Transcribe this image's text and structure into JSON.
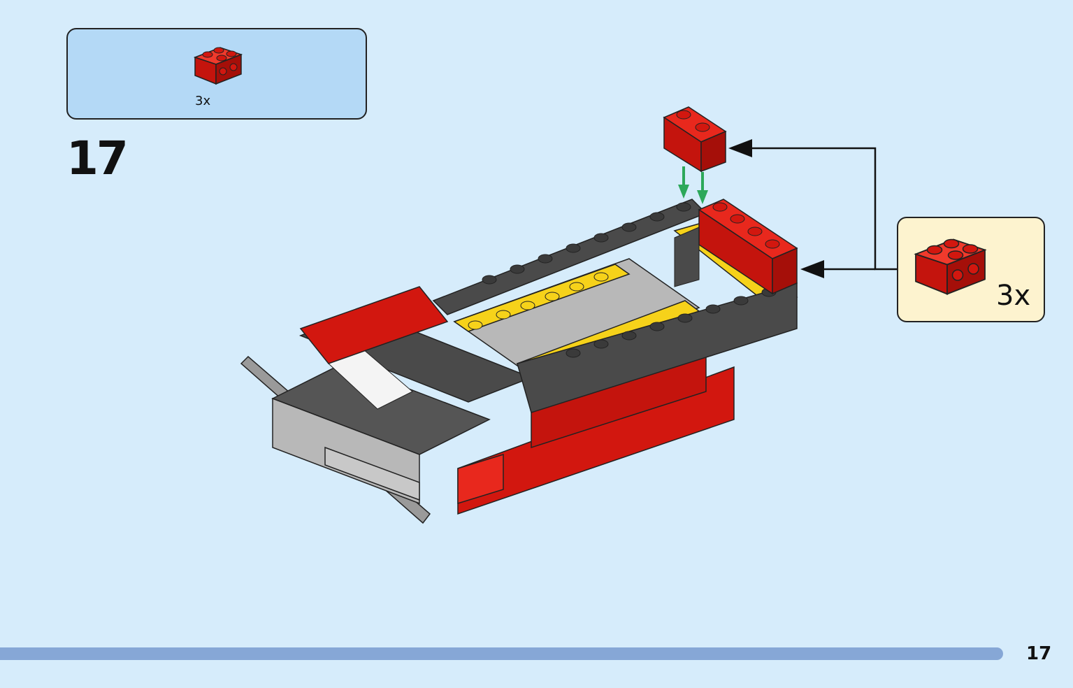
{
  "parts_list": {
    "part_name": "red-brick-1x2-with-side-studs",
    "quantity_label": "3x"
  },
  "step": {
    "number": "17"
  },
  "callout": {
    "part_name": "red-brick-1x2-with-side-studs",
    "quantity_label": "3x"
  },
  "footer": {
    "page_number": "17"
  },
  "colors": {
    "background": "#d6ecfb",
    "parts_box": "#b4d9f6",
    "callout_box": "#fdf3cf",
    "progress_bar": "#86a7d6",
    "brick_red": "#d2170f",
    "brick_dark_gray": "#4a4a4a",
    "brick_light_gray": "#b8b8b8",
    "brick_yellow": "#f6d21a",
    "insert_arrow": "#2ca85a"
  }
}
